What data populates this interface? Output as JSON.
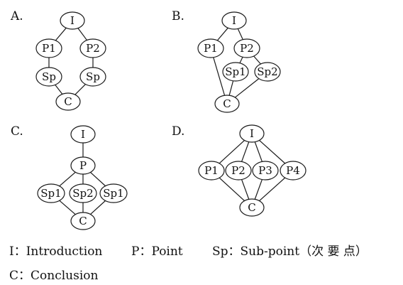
{
  "panels": [
    {
      "label": "A.",
      "nodes": [
        {
          "id": "I",
          "text": "I"
        },
        {
          "id": "P1",
          "text": "P1"
        },
        {
          "id": "P2",
          "text": "P2"
        },
        {
          "id": "Sp_a",
          "text": "Sp"
        },
        {
          "id": "Sp_b",
          "text": "Sp"
        },
        {
          "id": "C",
          "text": "C"
        }
      ],
      "edges": [
        [
          "I",
          "P1"
        ],
        [
          "I",
          "P2"
        ],
        [
          "P1",
          "Sp_a"
        ],
        [
          "P2",
          "Sp_b"
        ],
        [
          "Sp_a",
          "C"
        ],
        [
          "Sp_b",
          "C"
        ]
      ]
    },
    {
      "label": "B.",
      "nodes": [
        {
          "id": "I",
          "text": "I"
        },
        {
          "id": "P1",
          "text": "P1"
        },
        {
          "id": "P2",
          "text": "P2"
        },
        {
          "id": "Sp1",
          "text": "Sp1"
        },
        {
          "id": "Sp2",
          "text": "Sp2"
        },
        {
          "id": "C",
          "text": "C"
        }
      ],
      "edges": [
        [
          "I",
          "P1"
        ],
        [
          "I",
          "P2"
        ],
        [
          "P2",
          "Sp1"
        ],
        [
          "P2",
          "Sp2"
        ],
        [
          "P1",
          "C"
        ],
        [
          "Sp1",
          "C"
        ],
        [
          "Sp2",
          "C"
        ]
      ]
    },
    {
      "label": "C.",
      "nodes": [
        {
          "id": "I",
          "text": "I"
        },
        {
          "id": "P",
          "text": "P"
        },
        {
          "id": "Sp1_a",
          "text": "Sp1"
        },
        {
          "id": "Sp2",
          "text": "Sp2"
        },
        {
          "id": "Sp1_b",
          "text": "Sp1"
        },
        {
          "id": "C",
          "text": "C"
        }
      ],
      "edges": [
        [
          "I",
          "P"
        ],
        [
          "P",
          "Sp1_a"
        ],
        [
          "P",
          "Sp2"
        ],
        [
          "P",
          "Sp1_b"
        ],
        [
          "Sp1_a",
          "C"
        ],
        [
          "Sp2",
          "C"
        ],
        [
          "Sp1_b",
          "C"
        ]
      ]
    },
    {
      "label": "D.",
      "nodes": [
        {
          "id": "I",
          "text": "I"
        },
        {
          "id": "P1",
          "text": "P1"
        },
        {
          "id": "P2",
          "text": "P2"
        },
        {
          "id": "P3",
          "text": "P3"
        },
        {
          "id": "P4",
          "text": "P4"
        },
        {
          "id": "C",
          "text": "C"
        }
      ],
      "edges": [
        [
          "I",
          "P1"
        ],
        [
          "I",
          "P2"
        ],
        [
          "I",
          "P3"
        ],
        [
          "I",
          "P4"
        ],
        [
          "P1",
          "C"
        ],
        [
          "P2",
          "C"
        ],
        [
          "P3",
          "C"
        ],
        [
          "P4",
          "C"
        ]
      ]
    }
  ],
  "legend": {
    "introduction": "I：Introduction",
    "point": "P：Point",
    "subpoint": "Sp：Sub-point（次 要 点）",
    "conclusion": "C：Conclusion"
  }
}
